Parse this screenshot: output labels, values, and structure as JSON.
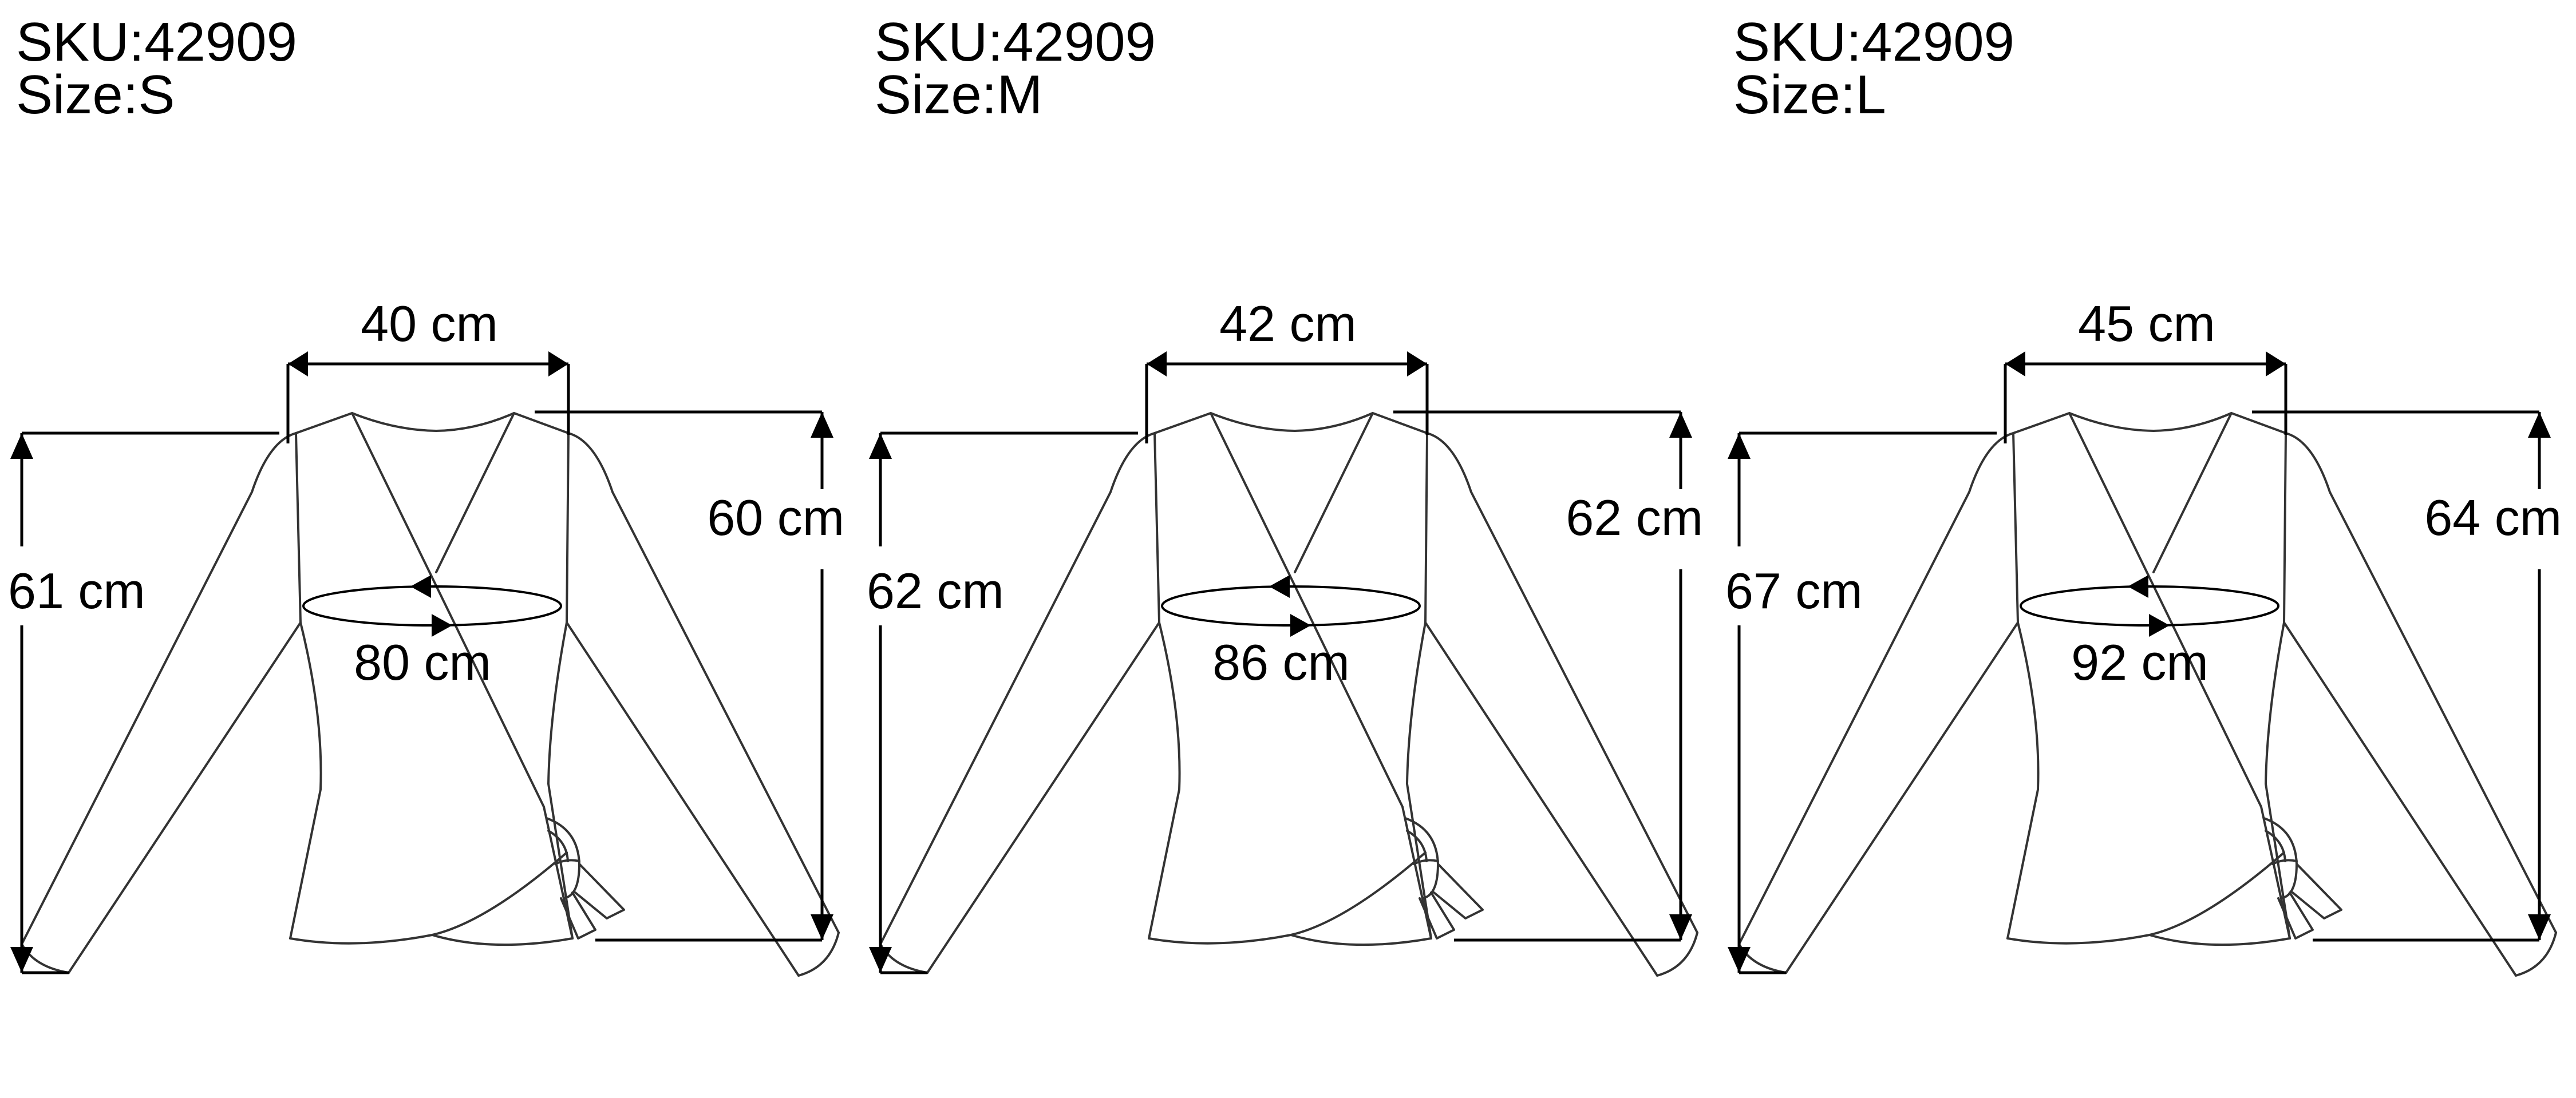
{
  "panels": [
    {
      "sku_text": "SKU:42909",
      "size_text": "Size:S",
      "size": "S",
      "measurements": {
        "shoulder_width": "40 cm",
        "chest_circumference": "80 cm",
        "length_sleeve_side": "61 cm",
        "length_body": "60 cm"
      }
    },
    {
      "sku_text": "SKU:42909",
      "size_text": "Size:M",
      "size": "M",
      "measurements": {
        "shoulder_width": "42 cm",
        "chest_circumference": "86 cm",
        "length_sleeve_side": "62 cm",
        "length_body": "62 cm"
      }
    },
    {
      "sku_text": "SKU:42909",
      "size_text": "Size:L",
      "size": "L",
      "measurements": {
        "shoulder_width": "45 cm",
        "chest_circumference": "92 cm",
        "length_sleeve_side": "67 cm",
        "length_body": "64 cm"
      }
    }
  ],
  "garment": {
    "type": "long-sleeve wrap top with side ring tie",
    "stroke_color": "#333333",
    "dimension_color": "#000000"
  }
}
